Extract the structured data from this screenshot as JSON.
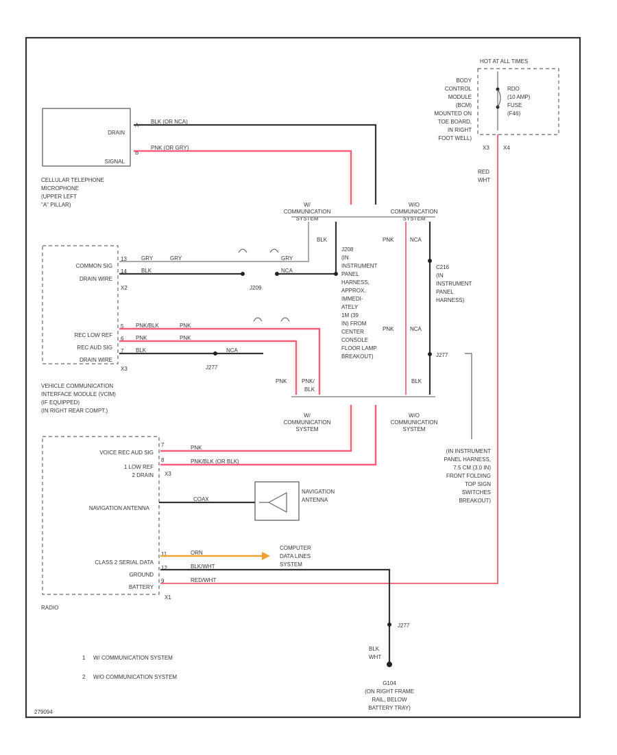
{
  "diagram": {
    "footer_code": "279094",
    "components": {
      "cell_mic": {
        "pins": [
          "DRAIN",
          "SIGNAL"
        ],
        "caption": [
          "CELLULAR TELEPHONE",
          "MICROPHONE",
          "(UPPER LEFT",
          "\"A\" PILLAR)"
        ]
      },
      "hot_at_all_times": {
        "title": "HOT AT ALL TIMES",
        "bcm_caption": [
          "BODY",
          "CONTROL",
          "MODULE",
          "(BCM)",
          "MOUNTED ON",
          "TOE BOARD,",
          "IN RIGHT",
          "FOOT WELL)"
        ],
        "fuse": [
          "RDO",
          "(10 AMP)",
          "FUSE",
          "(F46)"
        ],
        "pin_left": "X3",
        "pin_right": "X4",
        "wire_label": [
          "RED",
          "WHT"
        ]
      },
      "comm_systems": {
        "top_left": [
          "W/",
          "COMMUNICATION",
          "SYSTEM"
        ],
        "top_right": [
          "W/O",
          "COMMUNICATION",
          "SYSTEM"
        ],
        "bottom_left": [
          "W/",
          "COMMUNICATION",
          "SYSTEM"
        ],
        "bottom_right": [
          "W/O",
          "COMMUNICATION",
          "SYSTEM"
        ]
      },
      "vcim": {
        "pins": [
          "COMMON SIG",
          "DRAIN WIRE",
          "REC LOW REF",
          "REC AUD SIG",
          "DRAIN WIRE"
        ],
        "connectors": [
          "X2",
          "X3"
        ],
        "caption": [
          "VEHICLE COMMUNICATION",
          "INTERFACE MODULE (VCIM)",
          "(IF EQUIPPED)",
          "(IN RIGHT REAR COMPT.)"
        ]
      },
      "j208": {
        "label": "J208",
        "caption": [
          "(IN",
          "INSTRUMENT",
          "PANEL",
          "HARNESS,",
          "APPROX.",
          "IMMEDI-",
          "ATELY",
          "1M (39",
          "IN) FROM",
          "CENTER",
          "CONSOLE",
          "FLOOR LAMP",
          "BREAKOUT)"
        ],
        "wire_label": "BLK"
      },
      "c216": {
        "label": "C216",
        "caption": [
          "(IN",
          "INSTRUMENT",
          "PANEL",
          "HARNESS)"
        ]
      },
      "j277_ip": {
        "label": "J277",
        "caption": [
          "(IN INSTRUMENT",
          "PANEL HARNESS,",
          "7.5 CM (3.0 IN)",
          "FRONT FOLDING",
          "TOP SIGN",
          "SWITCHES",
          "BREAKOUT)"
        ]
      },
      "radio": {
        "pins": [
          "VOICE REC AUD SIG",
          "1  LOW REF",
          "2  DRAIN",
          "NAVIGATION ANTENNA",
          "CLASS 2 SERIAL DATA",
          "GROUND",
          "BATTERY"
        ],
        "connectors": [
          "X3",
          "X1"
        ],
        "caption": "RADIO"
      },
      "nav_antenna": {
        "caption": [
          "NAVIGATION",
          "ANTENNA"
        ]
      },
      "comp_data": {
        "caption": [
          "COMPUTER",
          "DATA LINES",
          "SYSTEM"
        ]
      },
      "ground": {
        "splice": "J277",
        "wire_label": [
          "BLK",
          "WHT"
        ],
        "caption": [
          "G104",
          "(ON RIGHT FRAME",
          "RAIL, BELOW",
          "BATTERY TRAY)"
        ]
      }
    },
    "wire_labels": {
      "mic_drain": "BLK (OR NCA)",
      "mic_signal": "PNK (OR GRY)",
      "vcim_common": "GRY",
      "vcim_common2": "GRY",
      "vcim_drain": "BLK",
      "vcim_drain2": "NCA",
      "vcim_low_ref": "PNK/BLK",
      "vcim_low_ref2": "PNK",
      "vcim_aud": "PNK",
      "vcim_aud2": "PNK",
      "vcim_drain3": "BLK",
      "vcim_drain4": "NCA",
      "j208_pnk": "PNK",
      "j208_nca": "NCA",
      "c216_pnk": "PNK",
      "c216_nca": "NCA",
      "mid_pnk": "PNK",
      "mid_pnkblk": [
        "PNK/",
        "BLK"
      ],
      "mid_blk": "BLK",
      "splice_j277_mid": "J277",
      "splice_j209": "J209",
      "radio_pnk": "PNK",
      "radio_pnkblk": "PNK/BLK (OR BLK)",
      "radio_coax": "COAX",
      "radio_orn": "ORN",
      "radio_gnd": "BLK/WHT",
      "radio_batt": "RED/WHT"
    },
    "pin_numbers": {
      "mic": [
        "A",
        "B"
      ],
      "vcim_x2": [
        "13",
        "14"
      ],
      "vcim_x3": [
        "5",
        "6",
        "7"
      ],
      "radio_x3": [
        "7",
        "8"
      ],
      "radio_x1": [
        "11",
        "12",
        "9"
      ]
    },
    "legend": [
      {
        "num": "1",
        "text": "W/ COMMUNICATION SYSTEM"
      },
      {
        "num": "2",
        "text": "W/O COMMUNICATION SYSTEM"
      }
    ]
  }
}
